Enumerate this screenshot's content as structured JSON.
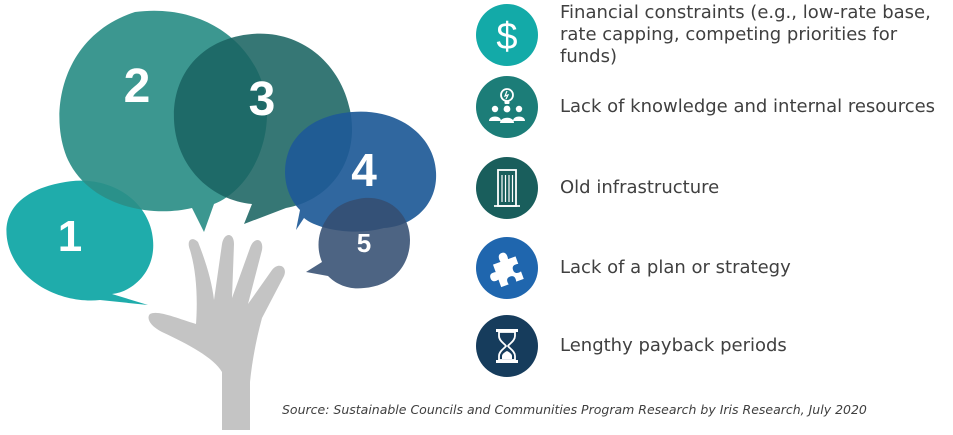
{
  "bubbles": [
    {
      "number": "1",
      "color": "#13a8a6"
    },
    {
      "number": "2",
      "color": "#2b8e87"
    },
    {
      "number": "3",
      "color": "#1a6462"
    },
    {
      "number": "4",
      "color": "#1e5a97"
    },
    {
      "number": "5",
      "color": "#344f72"
    }
  ],
  "items": [
    {
      "label": "Financial constraints (e.g., low-rate base,\nrate capping, competing priorities for funds)",
      "icon": "dollar-icon",
      "color": "#13aaa8"
    },
    {
      "label": "Lack of knowledge and internal resources",
      "icon": "people-lightbulb-icon",
      "color": "#1c7d78"
    },
    {
      "label": "Old infrastructure",
      "icon": "building-icon",
      "color": "#195e5c"
    },
    {
      "label": "Lack of a plan or strategy",
      "icon": "puzzle-piece-icon",
      "color": "#1f66ae"
    },
    {
      "label": "Lengthy payback periods",
      "icon": "hourglass-icon",
      "color": "#163c5c"
    }
  ],
  "source": "Source: Sustainable Councils and Communities Program Research by Iris Research, July 2020"
}
